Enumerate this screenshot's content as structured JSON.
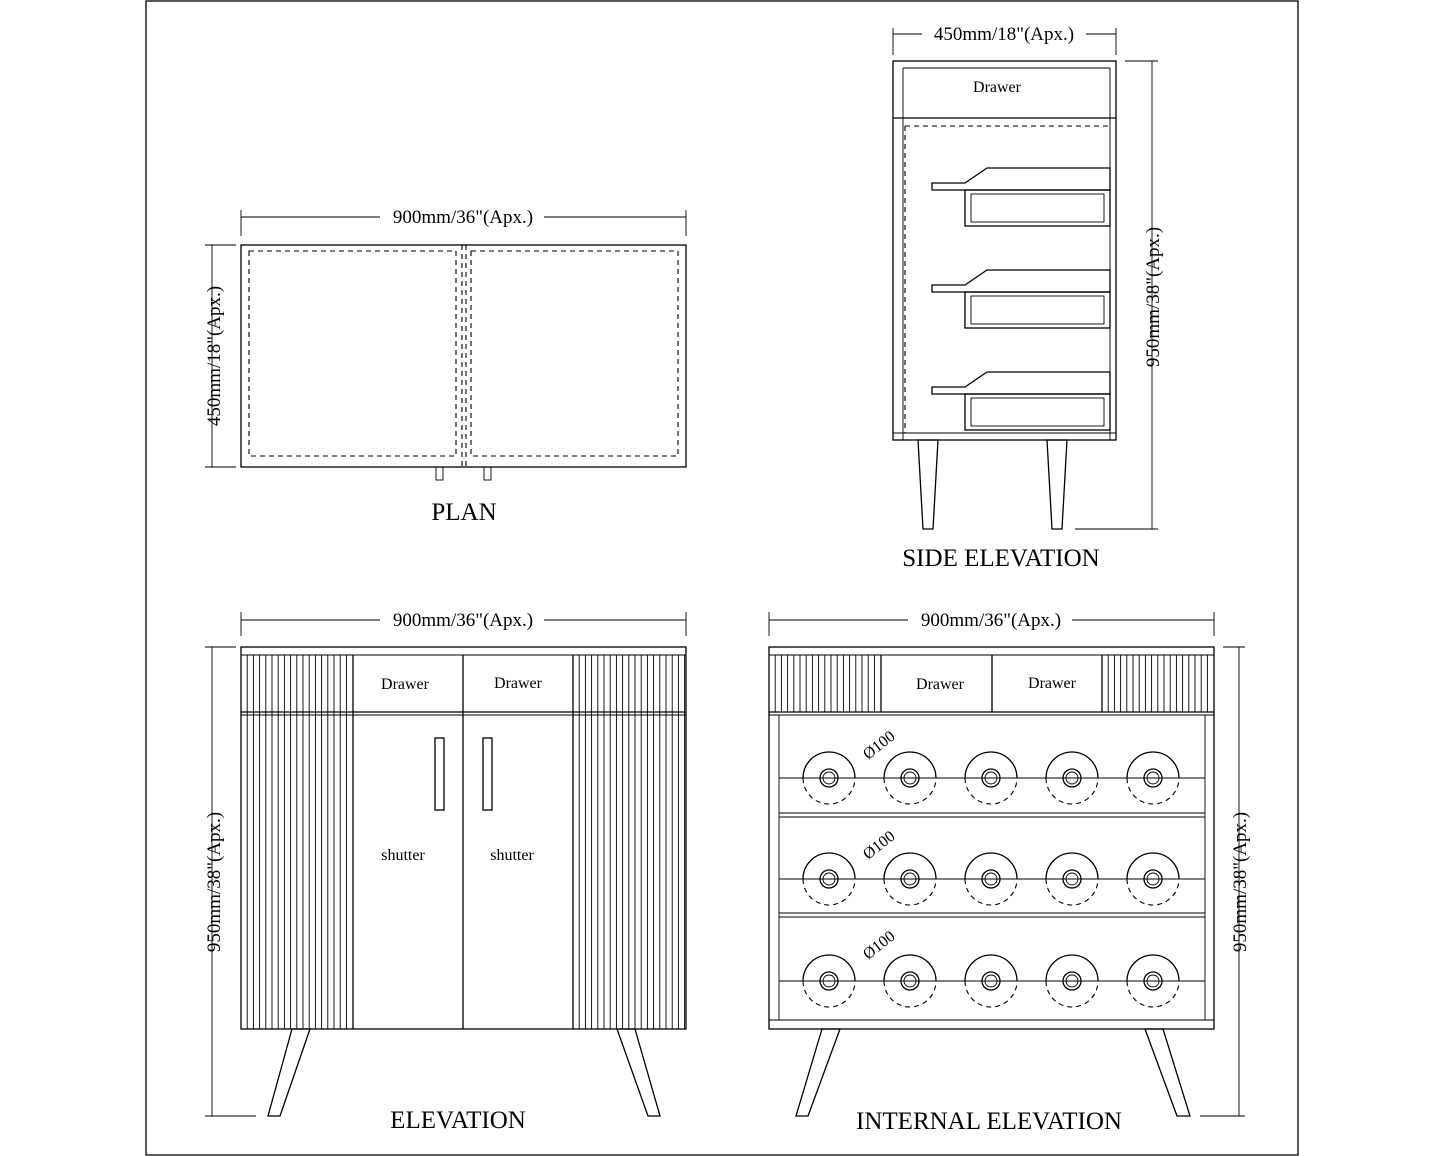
{
  "plan": {
    "title": "PLAN",
    "width_dim": "900mm/36\"(Apx.)",
    "depth_dim": "450mm/18\"(Apx.)"
  },
  "side_elevation": {
    "title": "SIDE ELEVATION",
    "width_dim": "450mm/18\"(Apx.)",
    "height_dim": "950mm/38\"(Apx.)",
    "drawer_label": "Drawer"
  },
  "elevation": {
    "title": "ELEVATION",
    "width_dim": "900mm/36\"(Apx.)",
    "height_dim": "950mm/38\"(Apx.)",
    "drawer_left": "Drawer",
    "drawer_right": "Drawer",
    "shutter_left": "shutter",
    "shutter_right": "shutter"
  },
  "internal_elevation": {
    "title": "INTERNAL ELEVATION",
    "width_dim": "900mm/36\"(Apx.)",
    "height_dim": "950mm/38\"(Apx.)",
    "drawer_left": "Drawer",
    "drawer_right": "Drawer",
    "shelf_labels": [
      "Ø100",
      "Ø100",
      "Ø100"
    ],
    "holes_per_shelf": 5
  }
}
